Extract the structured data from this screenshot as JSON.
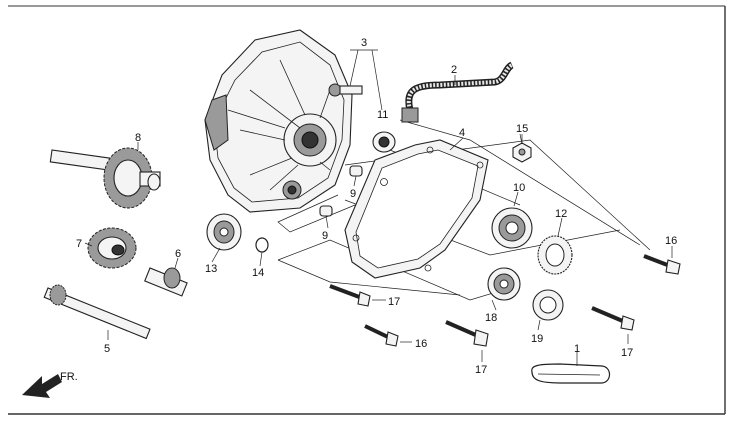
{
  "diagram": {
    "direction_label": "FR.",
    "callouts": {
      "p1": "1",
      "p2": "2",
      "p3": "3",
      "p4": "4",
      "p5": "5",
      "p6": "6",
      "p7": "7",
      "p8": "8",
      "p9a": "9",
      "p9b": "9",
      "p10": "10",
      "p11": "11",
      "p12": "12",
      "p13": "13",
      "p14": "14",
      "p15": "15",
      "p16a": "16",
      "p16b": "16",
      "p17a": "17",
      "p17b": "17",
      "p17c": "17",
      "p18": "18",
      "p19": "19"
    }
  }
}
